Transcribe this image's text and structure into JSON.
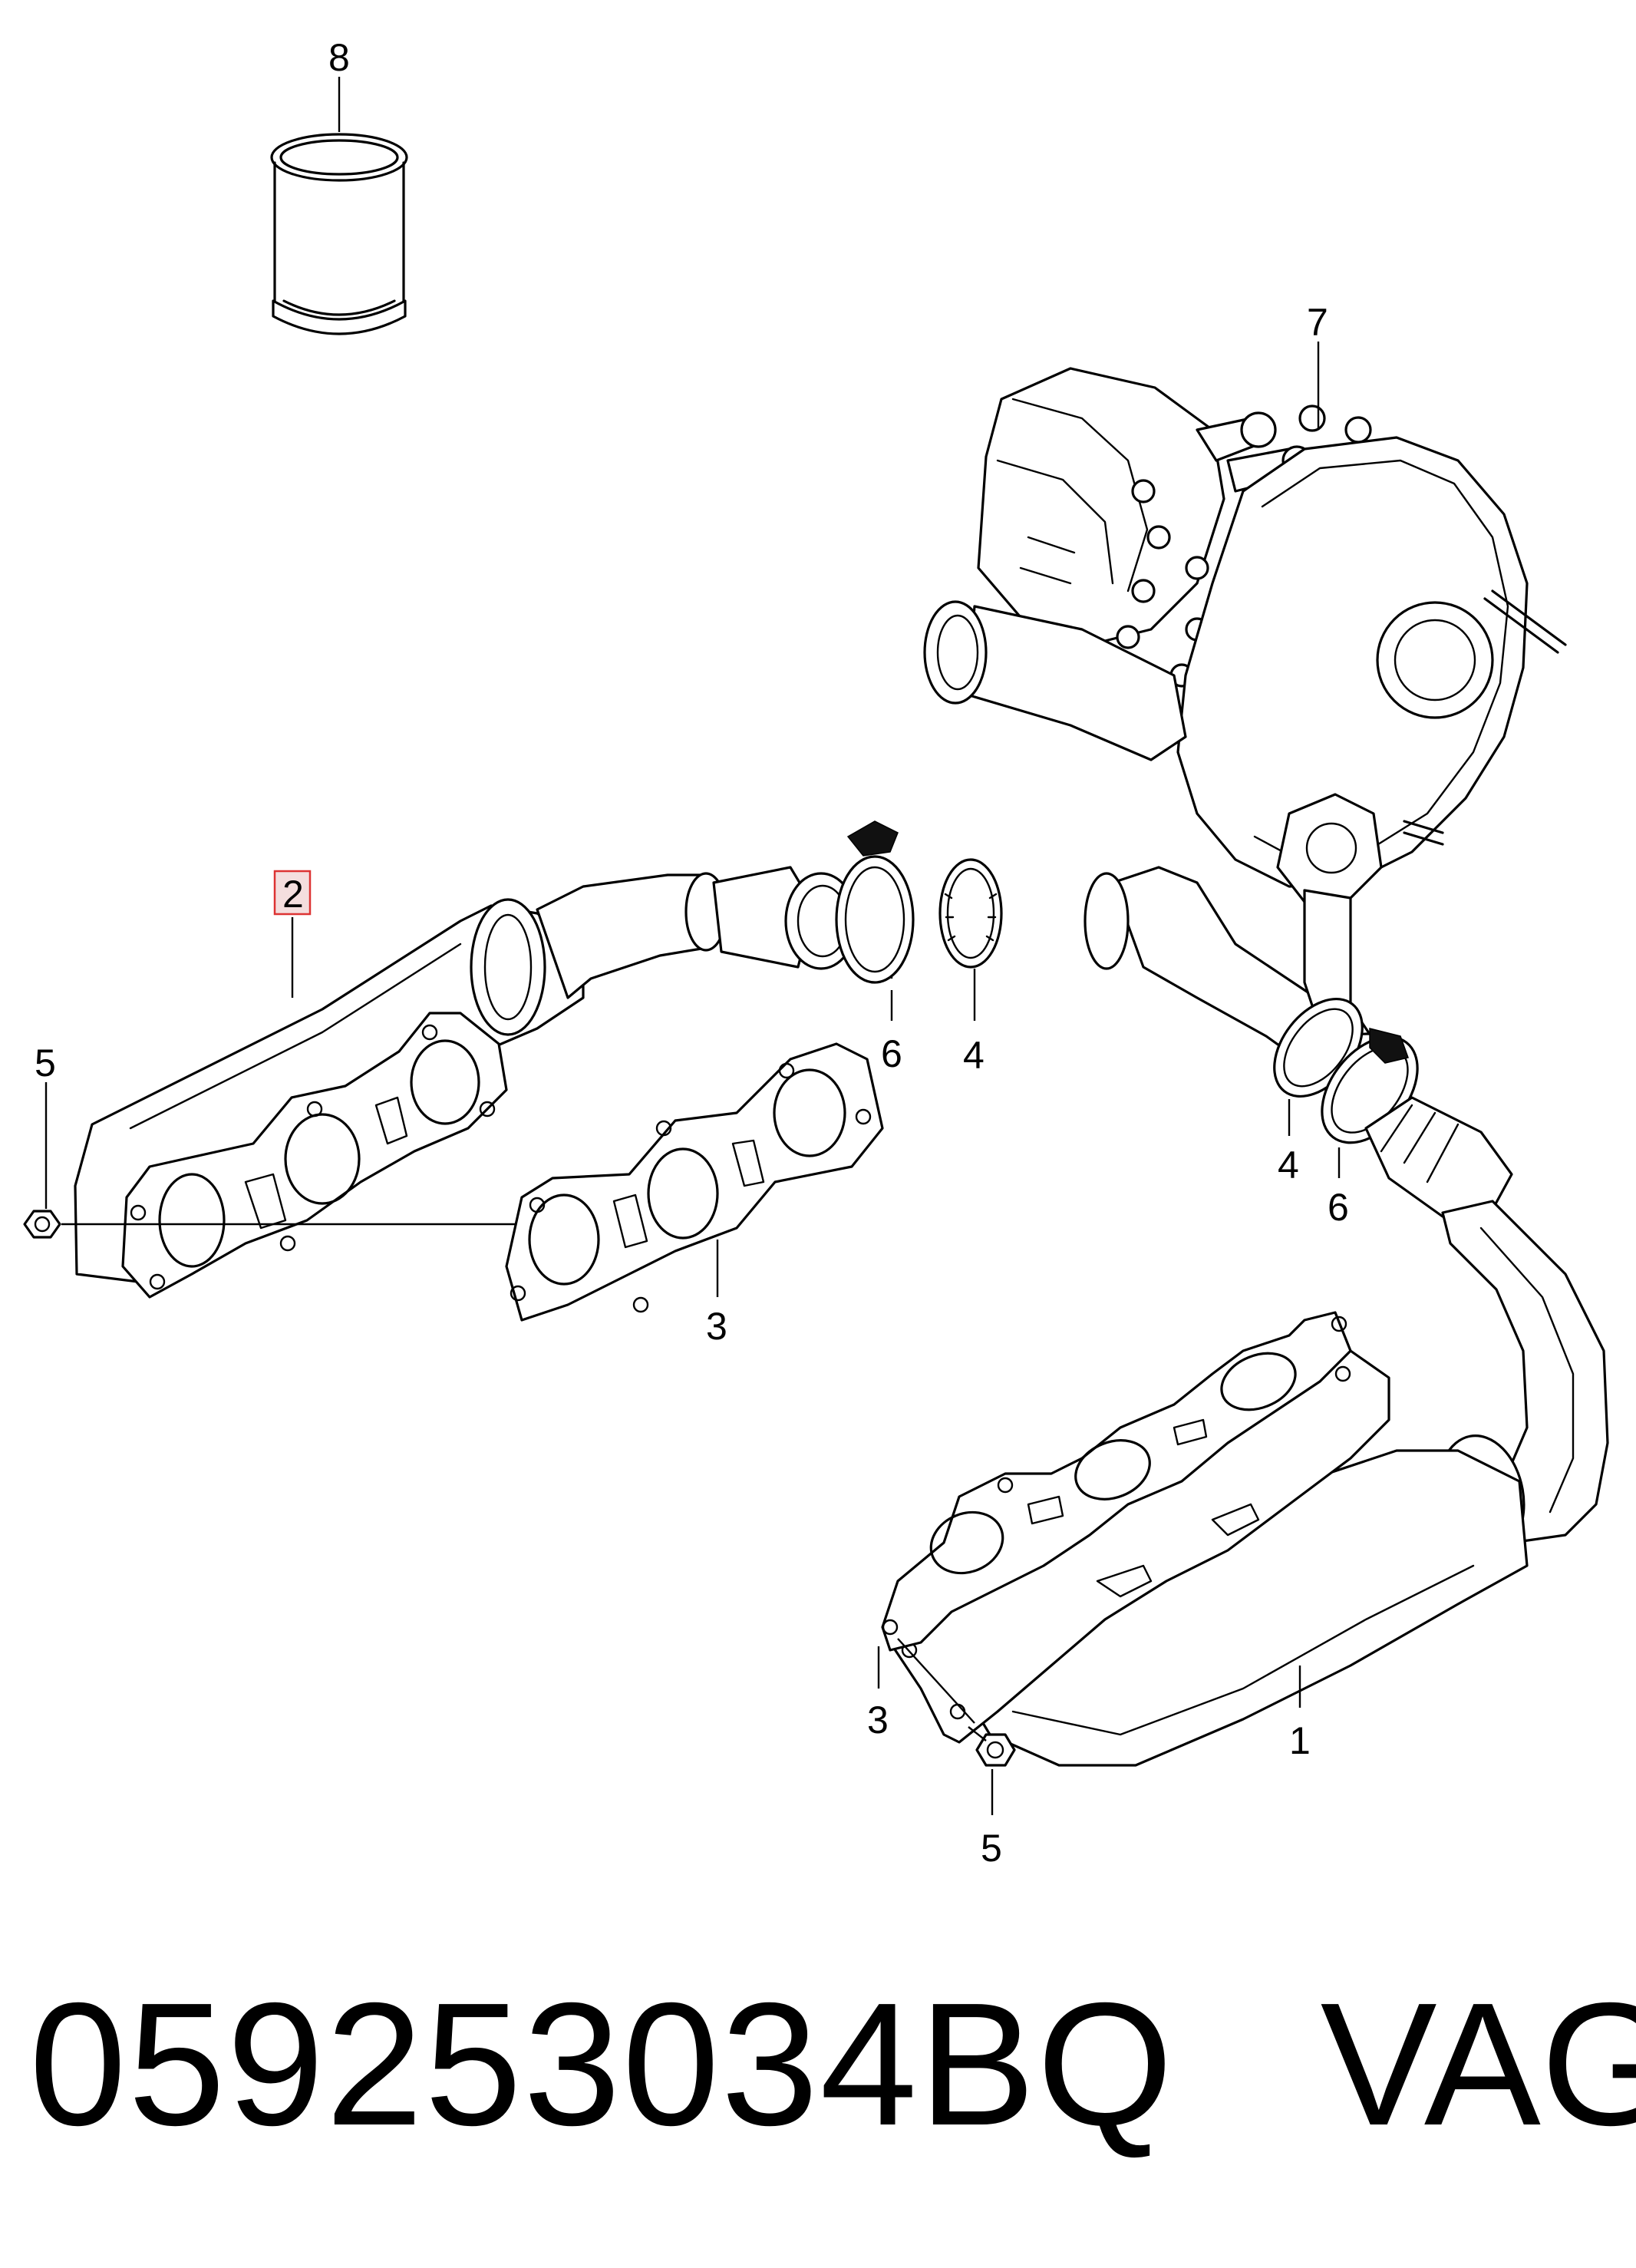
{
  "callouts": {
    "c8": "8",
    "c7": "7",
    "c2": "2",
    "c5a": "5",
    "c6a": "6",
    "c4a": "4",
    "c3a": "3",
    "c4b": "4",
    "c6b": "6",
    "c3b": "3",
    "c1": "1",
    "c5b": "5"
  },
  "highlighted_callout": "2",
  "caption": {
    "part_number": "059253034BQ",
    "brand": "VAG"
  }
}
